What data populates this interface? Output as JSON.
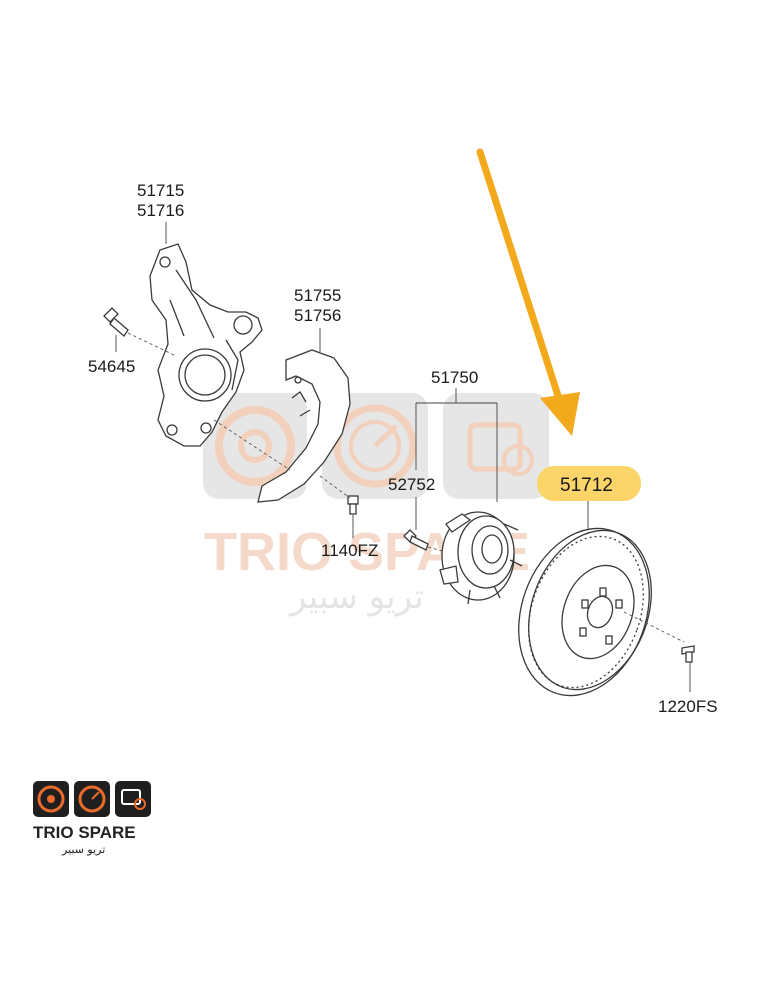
{
  "labels": {
    "knuckle": [
      "51715",
      "51716"
    ],
    "bolt_54645": "54645",
    "shield": [
      "51755",
      "51756"
    ],
    "hub_assembly": "51750",
    "hub_bolt": "52752",
    "shield_bolt": "1140FZ",
    "disc": "51712",
    "disc_screw": "1220FS"
  },
  "highlight": {
    "color": "#fbd46a",
    "arrow_color": "#f3a91c"
  },
  "watermark": {
    "brand": "TRIO SPARE",
    "arabic": "تريو سبير"
  },
  "logo": {
    "brand": "TRIO SPARE",
    "arabic": "تريو سبير",
    "accent": "#e96a2a",
    "dark": "#1f1f1f"
  }
}
